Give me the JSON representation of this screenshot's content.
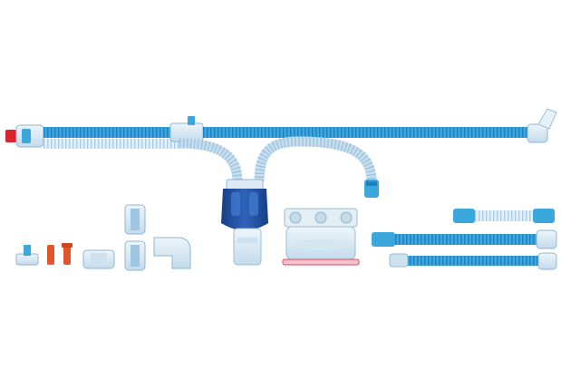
{
  "colors": {
    "background": "#ffffff",
    "tube_blue": "#3aa7dd",
    "tube_blue_dark": "#1f7fbf",
    "tube_clear": "#dbe9f3",
    "tube_rib": "#9cc6e2",
    "navy_part": "#1f4fa0",
    "red_cap": "#d8262c",
    "orange_part": "#e0552a",
    "clear_part": "#c9e0ef",
    "chamber_base": "#e8475a"
  },
  "objects": [
    {
      "name": "main-breathing-circuit",
      "kind": "ventilator tubing assembly"
    },
    {
      "name": "y-piece-water-trap",
      "kind": "navy connector"
    },
    {
      "name": "humidifier-chamber",
      "kind": "clear chamber"
    },
    {
      "name": "small-connectors",
      "kind": "accessory parts"
    },
    {
      "name": "spare-tubes",
      "kind": "tube segments"
    }
  ]
}
